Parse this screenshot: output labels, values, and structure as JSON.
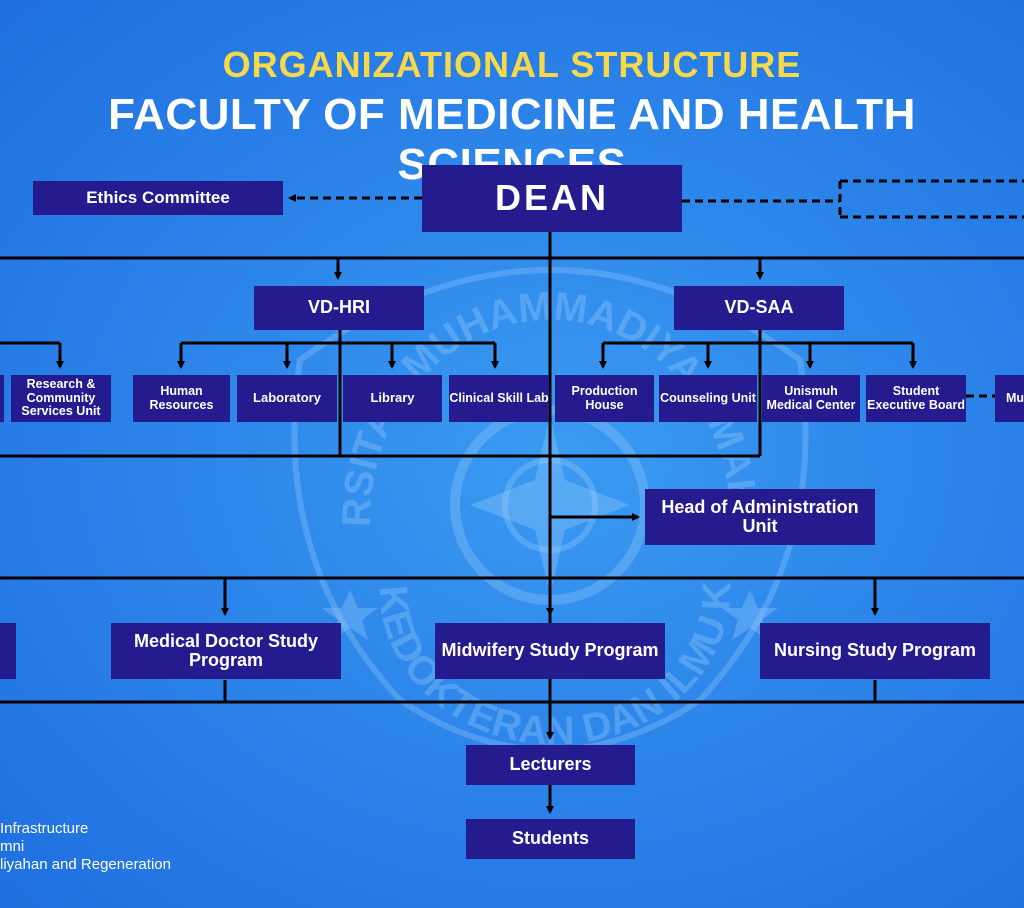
{
  "title": "ORGANIZATIONAL STRUCTURE",
  "subtitle": "FACULTY OF MEDICINE AND HEALTH SCIENCES",
  "emblem": {
    "top_text": "UNIVERSITAS MUHAMMADIYAH MAKASSAR",
    "bottom_text": "FAKULTAS KEDOKTERAN DAN ILMU KESEHATAN"
  },
  "nodes": {
    "dean": "DEAN",
    "ethics": "Ethics  Committee",
    "vd_hri": "VD-HRI",
    "vd_saa": "VD-SAA",
    "research": "Research & Community Services Unit",
    "human_resources": "Human Resources",
    "laboratory": "Laboratory",
    "library": "Library",
    "clinical": "Clinical Skill Lab",
    "production": "Production House",
    "counseling": "Counseling Unit",
    "medical_center": "Unismuh Medical Center",
    "student_board": "Student Executive Board",
    "cut_right": "Mu",
    "head_admin": "Head of Administration Unit",
    "medical_doctor": "Medical Doctor Study Program",
    "midwifery": "Midwifery Study Program",
    "nursing": "Nursing Study Program",
    "lecturers": "Lecturers",
    "students": "Students"
  },
  "legend": {
    "line1": "Infrastructure",
    "line2": "mni",
    "line3": "liyahan and Regeneration"
  },
  "colors": {
    "background": "#2d86ea",
    "box": "#241b8e",
    "title_accent": "#f5d94a",
    "text": "#ffffff",
    "line": "#000000"
  }
}
